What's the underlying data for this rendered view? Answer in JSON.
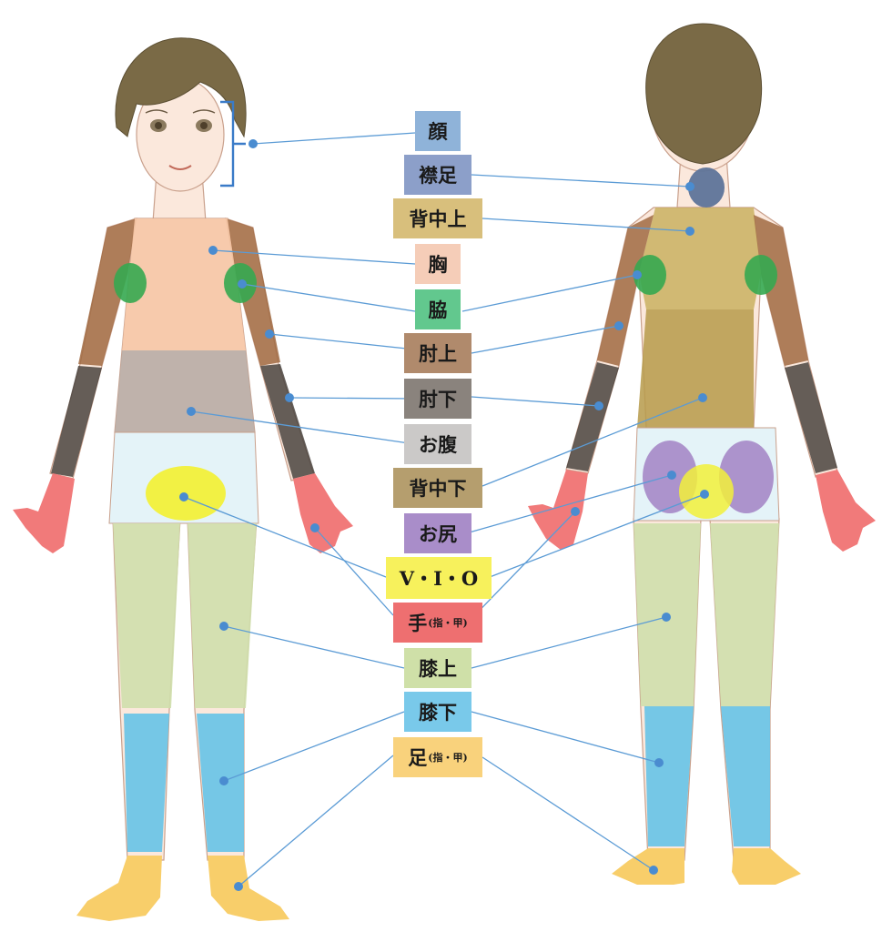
{
  "colors": {
    "hair": "#7a6a46",
    "skin": "#fbe8dc",
    "line": "#5b9bd5",
    "dot": "#4a8cd0",
    "bracket": "#3a7bc8"
  },
  "labels": [
    {
      "id": "face",
      "text": "顔",
      "sub": "",
      "bg": "#8fb3d9"
    },
    {
      "id": "nape",
      "text": "襟足",
      "sub": "",
      "bg": "#8c9fc9"
    },
    {
      "id": "upper-back",
      "text": "背中上",
      "sub": "",
      "bg": "#d8bf7c"
    },
    {
      "id": "chest",
      "text": "胸",
      "sub": "",
      "bg": "#f5cdb8"
    },
    {
      "id": "armpit",
      "text": "脇",
      "sub": "",
      "bg": "#62c88e"
    },
    {
      "id": "upper-arm",
      "text": "肘上",
      "sub": "",
      "bg": "#b08a6c"
    },
    {
      "id": "lower-arm",
      "text": "肘下",
      "sub": "",
      "bg": "#8a837d"
    },
    {
      "id": "belly",
      "text": "お腹",
      "sub": "",
      "bg": "#cbc9c8"
    },
    {
      "id": "lower-back",
      "text": "背中下",
      "sub": "",
      "bg": "#b59e6e"
    },
    {
      "id": "buttocks",
      "text": "お尻",
      "sub": "",
      "bg": "#a98dc9"
    },
    {
      "id": "vio",
      "text": "V・I・O",
      "sub": "",
      "bg": "#f7f15c"
    },
    {
      "id": "hand",
      "text": "手",
      "sub": "(指・甲)",
      "bg": "#ee6f70"
    },
    {
      "id": "upper-leg",
      "text": "膝上",
      "sub": "",
      "bg": "#cfe0a8"
    },
    {
      "id": "lower-leg",
      "text": "膝下",
      "sub": "",
      "bg": "#79c9ea"
    },
    {
      "id": "foot",
      "text": "足",
      "sub": "(指・甲)",
      "bg": "#f9d27c"
    }
  ]
}
